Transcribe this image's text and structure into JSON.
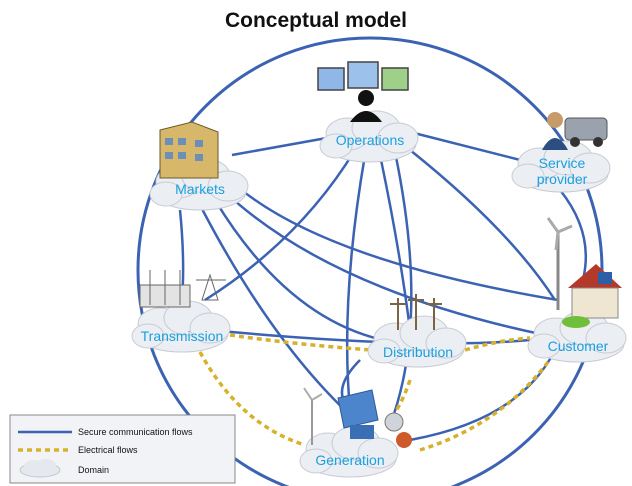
{
  "title": "Conceptual model",
  "nodes": {
    "operations": "Operations",
    "markets": "Markets",
    "service_provider": [
      "Service",
      "provider"
    ],
    "transmission": "Transmission",
    "distribution": "Distribution",
    "customer": "Customer",
    "generation": "Generation"
  },
  "legend": {
    "communication": "Secure communication flows",
    "electrical": "Electrical flows",
    "domain": "Domain"
  },
  "colors": {
    "communication_line": "#3b62b3",
    "electrical_line": "#d7b12a",
    "label": "#1aa0e0",
    "cloud_fill": "#ebeef3"
  },
  "icons": {
    "operations": "operator-with-monitors-icon",
    "markets": "office-building-icon",
    "service_provider": "technician-with-van-icon",
    "transmission": "substation-icon",
    "distribution": "power-poles-icon",
    "customer": "house-with-wind-turbine-icon",
    "generation": "power-plant-icon"
  }
}
